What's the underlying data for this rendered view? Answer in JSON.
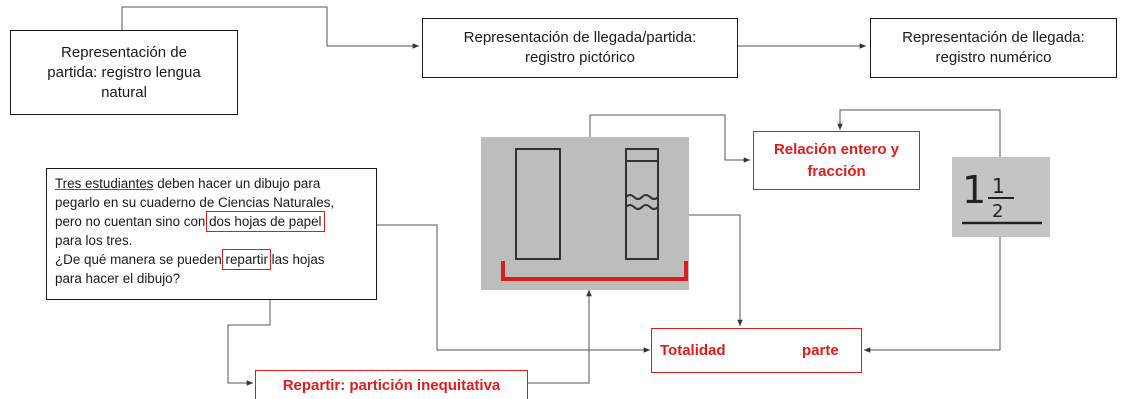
{
  "nodes": {
    "start_repr": {
      "line1": "Representación  de",
      "line2": "partida: registro lengua",
      "line3": "natural"
    },
    "mid_repr": {
      "line1": "Representación  de llegada/partida:",
      "line2": "registro pictórico"
    },
    "end_repr": {
      "line1": "Representación de llegada:",
      "line2": "registro numérico"
    },
    "relacion": {
      "line1": "Relación entero y",
      "line2": "fracción"
    },
    "totalidad": {
      "left": "Totalidad",
      "right": "parte"
    },
    "repartir": {
      "label": "Repartir: partición inequitativa"
    }
  },
  "problem": {
    "line1_underlined": "Tres estudiantes",
    "line1_rest": " deben hacer un dibujo para",
    "line2": "pegarlo en su cuaderno de Ciencias Naturales,",
    "line3_pre": "pero no cuentan sino con ",
    "line3_boxed": "dos hojas de papel",
    "line4": "para los tres.",
    "line5_pre": "¿De qué manera se pueden ",
    "line5_boxed": "repartir",
    "line5_post": " las hojas",
    "line6": "para hacer el dibujo?"
  },
  "fraction_image": {
    "whole": "1",
    "numerator": "1",
    "denominator": "2"
  },
  "colors": {
    "accent_red": "#e01b1b",
    "line": "#555555",
    "photo_bg": "#bdbdbd"
  }
}
